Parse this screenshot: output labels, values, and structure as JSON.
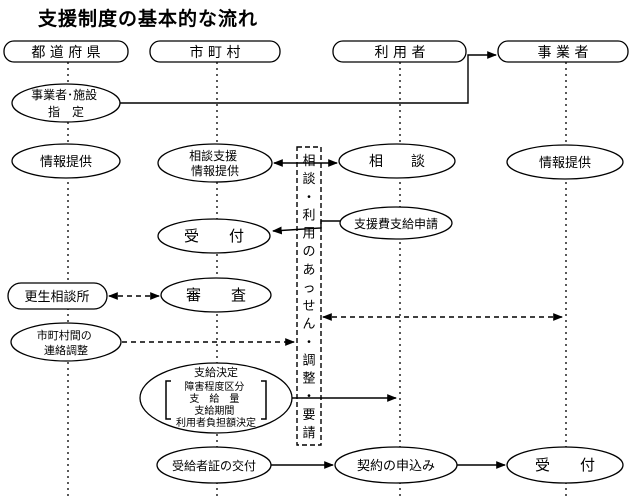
{
  "title": "支援制度の基本的な流れ",
  "columns": {
    "prefecture": "都 道 府 県",
    "municipality": "市 町 村",
    "user": "利 用 者",
    "provider": "事 業 者"
  },
  "nodes": {
    "designation": [
      "事業者･施設",
      "指　定"
    ],
    "info_pref": "情報提供",
    "consult_support": [
      "相談支援",
      "情報提供"
    ],
    "consult": "相　　談",
    "info_provider": "情報提供",
    "application": "支援費支給申請",
    "reception": "受　　付",
    "rehab_center": "更生相談所",
    "review": "審　　査",
    "coordination": [
      "市町村間の",
      "連絡調整"
    ],
    "decision_title": "支給決定",
    "decision_items": [
      "障害程度区分",
      "支　給　量",
      "支給期間",
      "利用者負担額決定"
    ],
    "certificate": "受給者証の交付",
    "contract": "契約の申込み",
    "provider_reception": "受　　付"
  },
  "mediation": [
    "相",
    "談",
    "・",
    "利",
    "用",
    "の",
    "あ",
    "っ",
    "せ",
    "ん",
    "・",
    "調",
    "整",
    "・",
    "要",
    "請"
  ]
}
